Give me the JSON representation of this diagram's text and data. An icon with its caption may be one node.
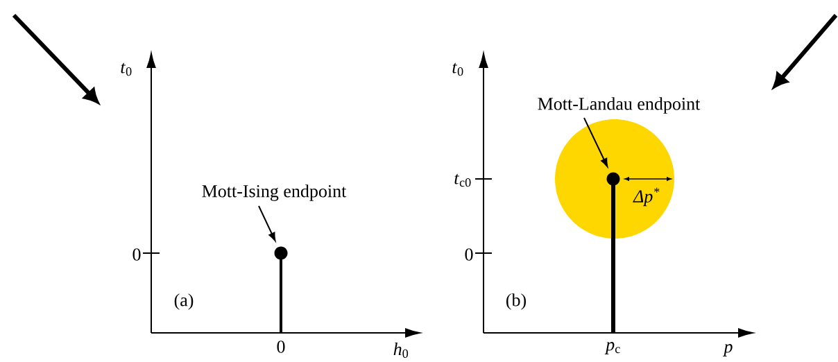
{
  "diagram": {
    "nodes": [
      {
        "text": [
          "Mott-Ising endpoint"
        ]
      },
      {
        "text": [],
        "shape": "circle"
      },
      {
        "text": [
          "Mott-Landau endpoint"
        ]
      },
      {
        "text": [],
        "shape": "circle"
      }
    ],
    "edges": [
      {
        "from": 0,
        "to": 1,
        "arrow": "to"
      },
      {
        "from": 2,
        "to": 3,
        "arrow": "to"
      }
    ],
    "labels": [
      "*t*$_{0}$",
      "0",
      "(a)",
      "0",
      "*h*$_{0}$",
      "*t*$_{0}$",
      "*t*$_{c0}$",
      "0",
      "Δp$^{*}$",
      "(b)",
      "*p*$_{c}$",
      "*p*"
    ]
  }
}
